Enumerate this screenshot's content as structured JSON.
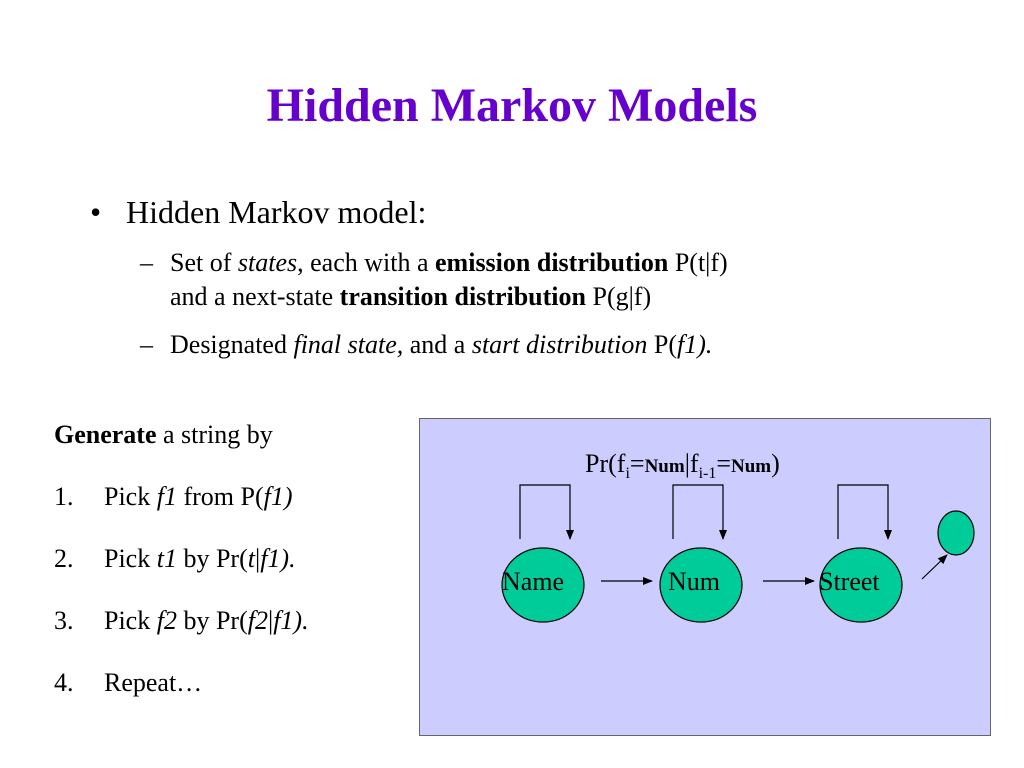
{
  "slide": {
    "title": "Hidden Markov Models"
  },
  "bullet": {
    "marker": "•",
    "text": "Hidden Markov model:"
  },
  "subbullets": [
    {
      "dash": "–",
      "line1": {
        "a": "Set of ",
        "b": "states",
        "c": ", each with a ",
        "d": "emission distribution",
        "e": " P(t|f)"
      },
      "line2": {
        "a": "and a next-state ",
        "b": "transition distribution",
        "c": " P(g|f)"
      }
    },
    {
      "dash": "–",
      "line1": {
        "a": "Designated ",
        "b": "final state,",
        "c": " and a ",
        "d": "start distribution",
        "e": " P(",
        "f": "f1)."
      }
    }
  ],
  "generate": {
    "bold": "Generate",
    "rest": " a string by"
  },
  "steps": [
    {
      "num": "1.",
      "a": "Pick ",
      "b": "f1",
      "c": " from P(",
      "d": "f1)"
    },
    {
      "num": "2.",
      "a": "Pick ",
      "b": "t1",
      "c": " by Pr(",
      "d": "t",
      "e": "|",
      "f": "f1)."
    },
    {
      "num": "3.",
      "a": "Pick ",
      "b": "f2",
      "c": " by Pr(",
      "d": "f2",
      "e": "|",
      "f": "f1)."
    },
    {
      "num": "4.",
      "a": "Repeat…"
    }
  ],
  "diagram": {
    "formula": {
      "p1": "Pr(f",
      "s1": "i",
      "p2": "=",
      "v1": "Num",
      "p3": "|f",
      "s2": "i-1",
      "p4": "=",
      "v2": "Num",
      "p5": ")"
    },
    "nodes": [
      "Name",
      "Num",
      "Street"
    ],
    "colors": {
      "background": "#ccccff",
      "node_fill": "#00cc99",
      "title": "#6600cc"
    }
  }
}
